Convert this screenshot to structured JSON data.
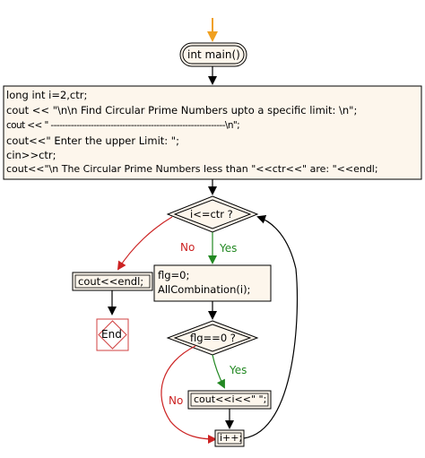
{
  "diagram": {
    "start_label": "int main()",
    "init_block_lines": [
      "long int i=2,ctr;",
      "cout << \"\\n\\n Find Circular Prime Numbers upto a specific limit: \\n\";",
      "cout << \" -------------------------------------------------------------\\n\";",
      "cout<<\" Enter the upper Limit: \";",
      "cin>>ctr;",
      "cout<<\"\\n The Circular Prime Numbers less than \"<<ctr<<\" are: \"<<endl;"
    ],
    "loop_condition": "i<=ctr ?",
    "no_label_1": "No",
    "yes_label_1": "Yes",
    "endl_block": "cout<<endl;",
    "end_label": "End",
    "body_block_lines": [
      "flg=0;",
      "AllCombination(i);"
    ],
    "flag_condition": "flg==0 ?",
    "yes_label_2": "Yes",
    "no_label_2": "No",
    "print_block": "cout<<i<<\" \";",
    "increment_block": "i++;"
  },
  "colors": {
    "start_arrow": "#f0a020",
    "no_arrow": "#cc2222",
    "yes_arrow": "#228822",
    "end_border": "#d04040",
    "line": "#000000",
    "box_fill": "#fdf6ec",
    "box_fill_white": "#ffffff"
  }
}
